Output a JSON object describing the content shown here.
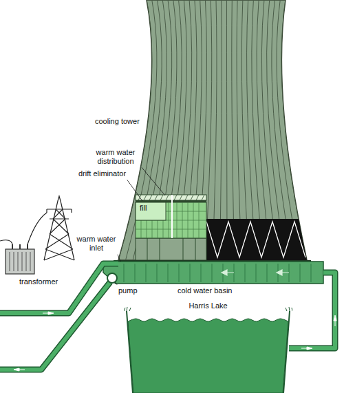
{
  "diagram": {
    "nodes": [
      {
        "text": [
          "Harris Lake"
        ]
      }
    ],
    "labels": [
      "cooling tower",
      "warm water distribution",
      "drift eliminator",
      "fill",
      "warm water inlet",
      "transformer",
      "pump",
      "cold water basin"
    ]
  }
}
